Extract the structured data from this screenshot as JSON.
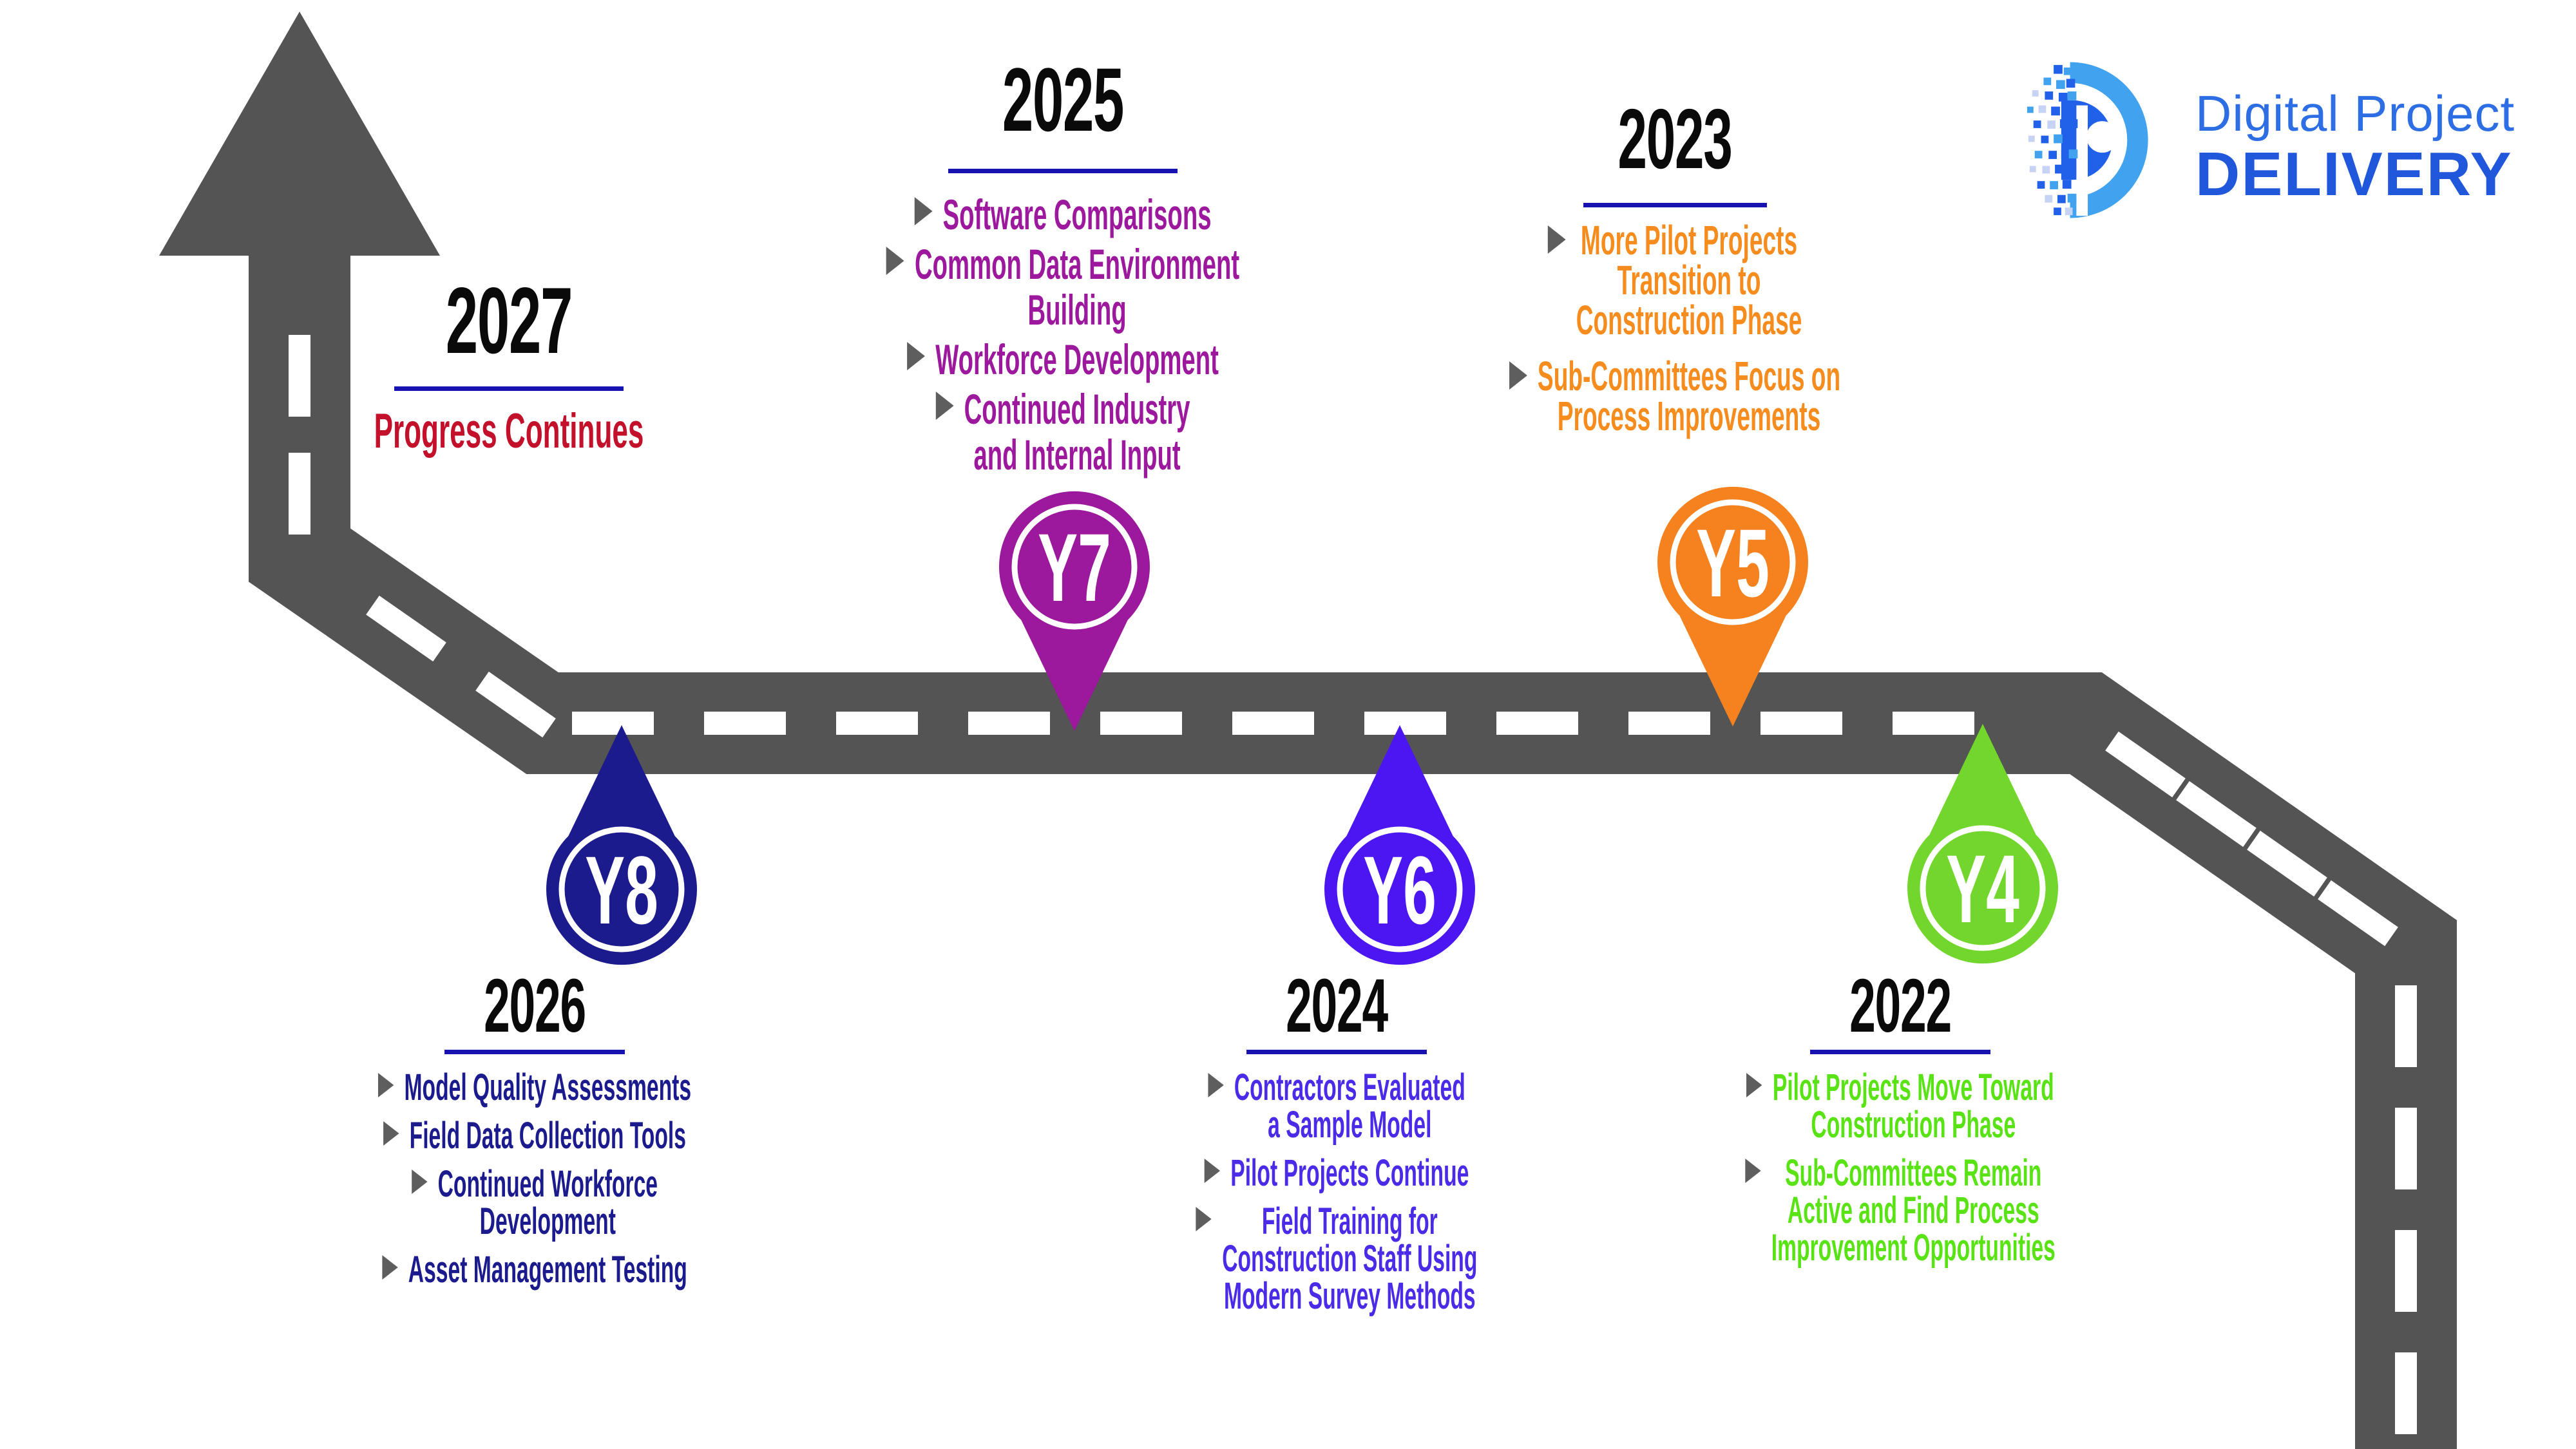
{
  "colors": {
    "background": "#FFFFFF",
    "road": "#545454",
    "bullet": "#5E5E5E",
    "underline": "#1812B0",
    "title": "#0A0A0A",
    "logo_light_blue": "#41A3F0",
    "logo_blue": "#2161E9",
    "logo_pale_blue": "#C7D3F3",
    "logo_text_light": "#2E6EE4",
    "logo_text_bold": "#2057DB"
  },
  "logo": {
    "mark": "pixelated-D-icon",
    "line1": "Digital Project",
    "line2": "DELIVERY"
  },
  "years": [
    {
      "year": "2022",
      "pin": "Y4",
      "color": "#59E314",
      "pin_color": "#72D62C",
      "items": [
        "Pilot Projects Move Toward\nConstruction Phase",
        "Sub-Committees Remain\nActive and Find Process\nImprovement Opportunities"
      ]
    },
    {
      "year": "2023",
      "pin": "Y5",
      "color": "#F68C1E",
      "pin_color": "#F5821F",
      "items": [
        "More Pilot Projects\nTransition to\nConstruction Phase",
        "Sub-Committees Focus on\nProcess Improvements"
      ]
    },
    {
      "year": "2024",
      "pin": "Y6",
      "color": "#4B2BE8",
      "pin_color": "#4B16F2",
      "items": [
        "Contractors Evaluated\na Sample Model",
        "Pilot Projects Continue",
        "Field Training for\nConstruction Staff Using\nModern Survey Methods"
      ]
    },
    {
      "year": "2025",
      "pin": "Y7",
      "color": "#9C189C",
      "pin_color": "#9C189C",
      "items": [
        "Software Comparisons",
        "Common Data Environment\nBuilding",
        "Workforce Development",
        "Continued Industry\nand Internal Input"
      ]
    },
    {
      "year": "2026",
      "pin": "Y8",
      "color": "#1B1B8E",
      "pin_color": "#1B1B8E",
      "items": [
        "Model Quality Assessments",
        "Field Data Collection Tools",
        "Continued Workforce\nDevelopment",
        "Asset Management Testing"
      ]
    },
    {
      "year": "2027",
      "pin": null,
      "color": "#C3112B",
      "subtitle": "Progress Continues",
      "items": []
    }
  ]
}
